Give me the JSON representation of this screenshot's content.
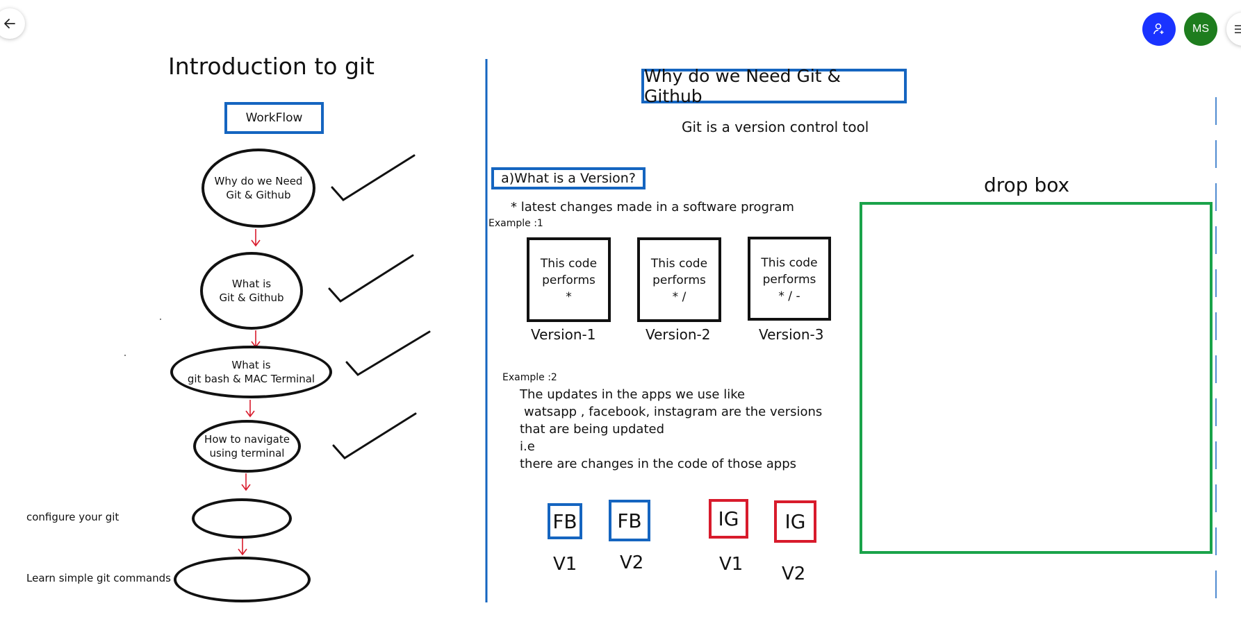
{
  "toolbar": {
    "avatar_initials": "MS",
    "colors": {
      "share": "#1a33ff",
      "avatar": "#1e7d1e"
    }
  },
  "left": {
    "title": "Introduction to git",
    "workflow_label": "WorkFlow",
    "nodes": [
      {
        "line1": "Why do we Need",
        "line2": "Git & Github"
      },
      {
        "line1": "What is",
        "line2": "Git & Github"
      },
      {
        "line1": "What is",
        "line2": "git bash & MAC Terminal"
      },
      {
        "line1": "How to navigate",
        "line2": "using terminal"
      }
    ],
    "side_labels": [
      "configure your git",
      "Learn simple git commands"
    ]
  },
  "right": {
    "heading": "Why do we Need Git & Github",
    "subheading": "Git is a version control tool",
    "section_label": "a)What is a Version?",
    "bullet": "* latest changes made in a software program",
    "example1_label": "Example :1",
    "versions": [
      {
        "line1": "This code",
        "line2": "performs",
        "line3": "*",
        "label": "Version-1"
      },
      {
        "line1": "This code",
        "line2": "performs",
        "line3": "* /",
        "label": "Version-2"
      },
      {
        "line1": "This code",
        "line2": "performs",
        "line3": "* / -",
        "label": "Version-3"
      }
    ],
    "example2_label": "Example :2",
    "example2_lines": [
      "The updates in the apps we use like",
      "watsapp , facebook, instagram are the versions",
      "that are being updated",
      "i.e",
      "there are changes in the code of those apps"
    ],
    "app_boxes": [
      {
        "text": "FB",
        "version": "V1",
        "color": "#1565c0"
      },
      {
        "text": "FB",
        "version": "V2",
        "color": "#1565c0"
      },
      {
        "text": "IG",
        "version": "V1",
        "color": "#d81b2c"
      },
      {
        "text": "IG",
        "version": "V2",
        "color": "#d81b2c"
      }
    ],
    "dropbox_label": "drop box",
    "dropbox_color": "#1aa34a"
  }
}
